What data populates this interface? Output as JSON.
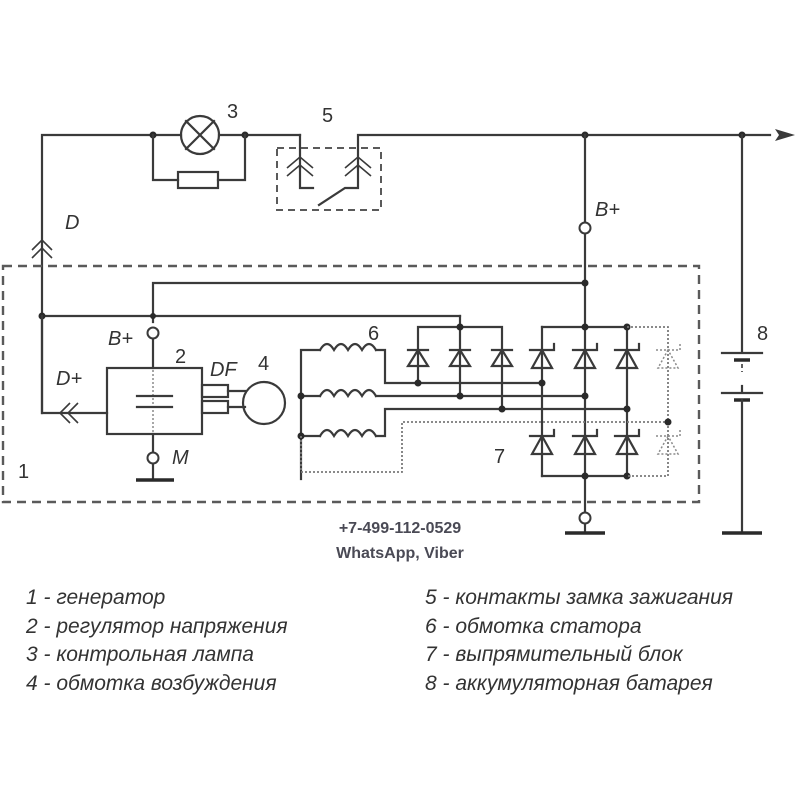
{
  "diagram": {
    "title": "Generator wiring schematic",
    "labels": {
      "lamp_ref": "3",
      "switch_ref": "5",
      "d_terminal": "D",
      "bplus_outer": "B+",
      "bplus_regulator": "B+",
      "regulator_ref": "2",
      "dplus": "D+",
      "df": "DF",
      "field_ref": "4",
      "m_terminal": "M",
      "stator_ref": "6",
      "rectifier_ref": "7",
      "battery_ref": "8",
      "generator_ref": "1"
    },
    "components": [
      {
        "id": "generator-boundary",
        "type": "dashed-box",
        "ref": "1"
      },
      {
        "id": "voltage-regulator",
        "type": "regulator",
        "ref": "2"
      },
      {
        "id": "warning-lamp",
        "type": "lamp",
        "ref": "3"
      },
      {
        "id": "field-winding",
        "type": "winding",
        "ref": "4"
      },
      {
        "id": "ignition-switch",
        "type": "switch",
        "ref": "5"
      },
      {
        "id": "stator-winding",
        "type": "3-coil",
        "ref": "6"
      },
      {
        "id": "rectifier-block",
        "type": "diode-bridge",
        "ref": "7",
        "main_diodes": 6,
        "aux_diodes": 3,
        "optional_diodes": 2
      },
      {
        "id": "battery",
        "type": "battery",
        "ref": "8"
      }
    ]
  },
  "contact": {
    "phone": "+7-499-112-0529",
    "messengers": "WhatsApp, Viber"
  },
  "legend": {
    "left": [
      "1 - генератор",
      "2 - регулятор напряжения",
      "3 - контрольная лампа",
      "4 - обмотка возбуждения"
    ],
    "right": [
      "5 - контакты замка зажигания",
      "6 - обмотка статора",
      "7 - выпрямительный блок",
      "8 - аккумуляторная батарея"
    ]
  }
}
